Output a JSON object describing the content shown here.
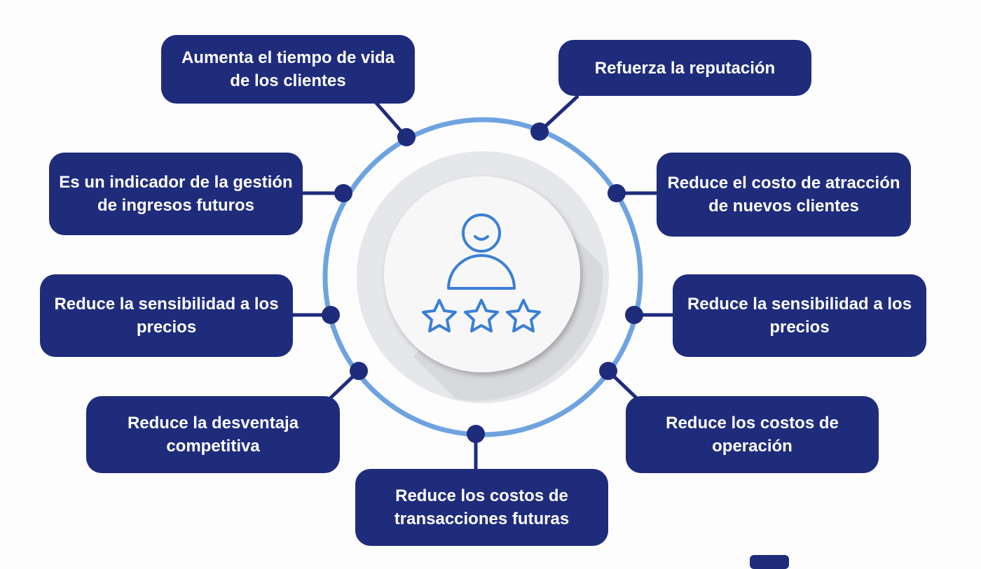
{
  "center": {
    "icon": "customer-rating-icon"
  },
  "benefits": [
    {
      "text": "Aumenta el tiempo de vida de los clientes"
    },
    {
      "text": "Refuerza la reputación"
    },
    {
      "text": "Es un indicador de la gestión de ingresos futuros"
    },
    {
      "text": "Reduce el costo de atracción de nuevos clientes"
    },
    {
      "text": "Reduce la sensibilidad a los precios"
    },
    {
      "text": "Reduce la sensibilidad a los precios"
    },
    {
      "text": "Reduce la desventaja competitiva"
    },
    {
      "text": "Reduce los costos de operación"
    },
    {
      "text": "Reduce los costos de transacciones futuras"
    }
  ],
  "colors": {
    "box": "#1f2c7c",
    "ring": "#6ea3e0",
    "icon": "#3a7fd5"
  }
}
